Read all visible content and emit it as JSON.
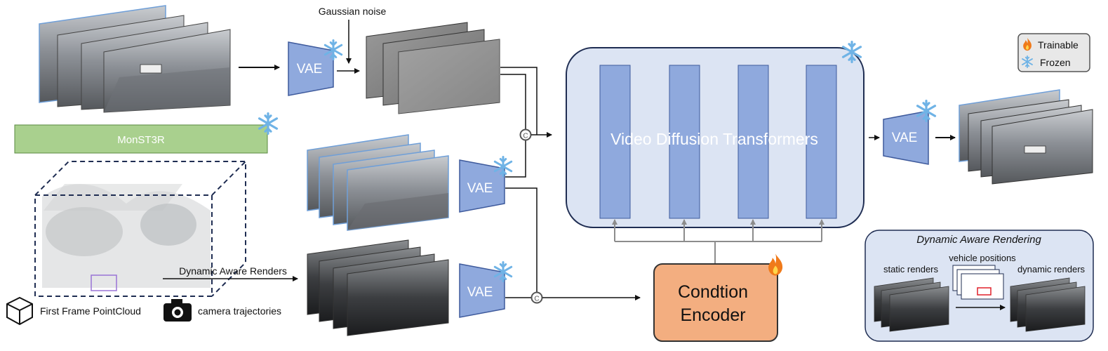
{
  "labels": {
    "gaussian_noise": "Gaussian noise",
    "vae": "VAE",
    "monst3r": "MonST3R",
    "dit": "Video Diffusion Transformers",
    "condition_encoder_line1": "Condtion",
    "condition_encoder_line2": "Encoder",
    "dynamic_aware_renders": "Dynamic Aware Renders",
    "first_frame_pointcloud": "First Frame PointCloud",
    "camera_trajectories": "camera trajectories",
    "concat_symbol": "C"
  },
  "legend": {
    "trainable": "Trainable",
    "frozen": "Frozen"
  },
  "dar_panel": {
    "title": "Dynamic Aware Rendering",
    "static_renders": "static renders",
    "vehicle_positions": "vehicle positions",
    "dynamic_renders": "dynamic renders"
  },
  "colors": {
    "vae_fill": "#8fa9dd",
    "vae_stroke": "#3e5a9c",
    "dit_panel_fill": "#dce4f3",
    "dit_block_fill": "#8fa9dd",
    "monst3r_fill": "#a9d08e",
    "encoder_fill": "#f3ae80",
    "frozen_icon": "#6fb3e6",
    "trainable_icon": "#f07a1a",
    "arrow": "#111111",
    "gray_arrow": "#8c8c8c"
  }
}
